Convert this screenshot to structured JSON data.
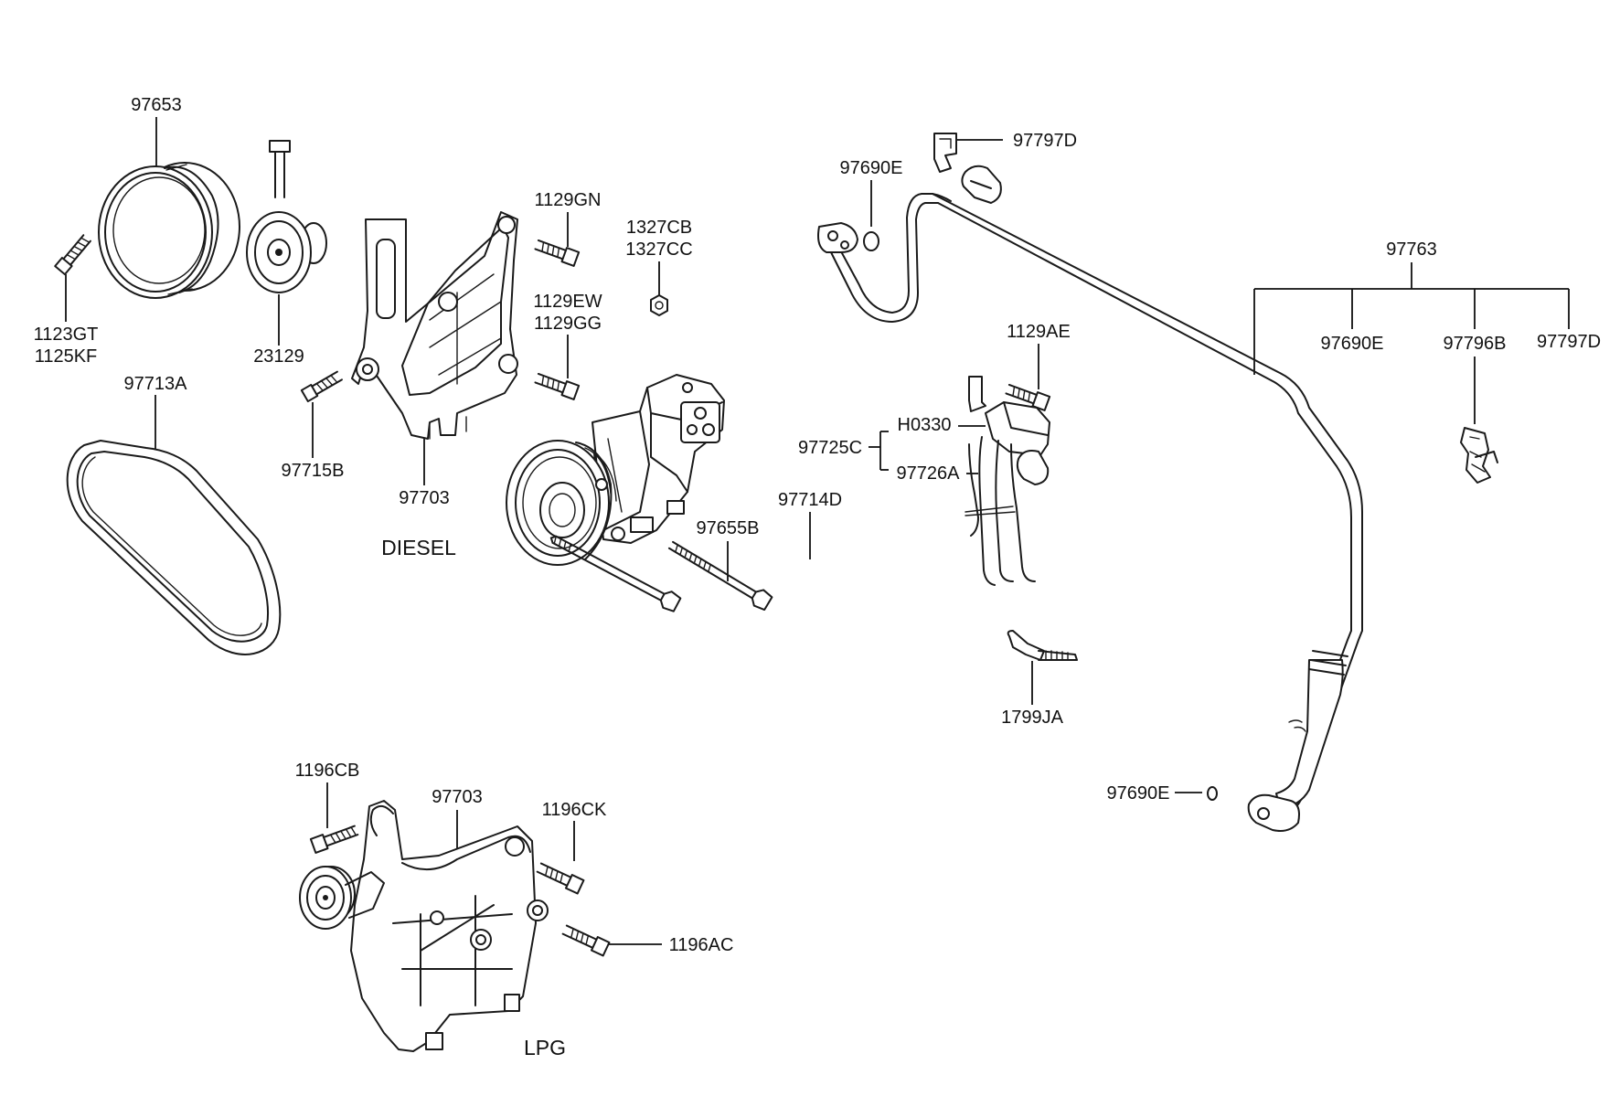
{
  "labels": {
    "p97653": "97653",
    "p1123GT": "1123GT",
    "p1125KF": "1125KF",
    "p23129": "23129",
    "p97713A": "97713A",
    "p97715B": "97715B",
    "p97703_diesel": "97703",
    "diesel_caption": "DIESEL",
    "p1129GN": "1129GN",
    "p1327CB": "1327CB",
    "p1327CC": "1327CC",
    "p1129EW": "1129EW",
    "p1129GG": "1129GG",
    "p97655B": "97655B",
    "p97714D": "97714D",
    "p97690E_top": "97690E",
    "p97797D_top": "97797D",
    "p1129AE": "1129AE",
    "p97725C": "97725C",
    "pH0330": "H0330",
    "p97726A": "97726A",
    "p1799JA": "1799JA",
    "p97763": "97763",
    "p97690E_right": "97690E",
    "p97796B": "97796B",
    "p97797D_right": "97797D",
    "p97690E_bottom": "97690E",
    "p1196CB": "1196CB",
    "p97703_lpg": "97703",
    "p1196CK": "1196CK",
    "p1196AC": "1196AC",
    "lpg_caption": "LPG"
  },
  "icons": [
    "pulley",
    "bolt",
    "idler-pulley",
    "drive-belt",
    "bracket",
    "compressor",
    "nut",
    "long-bolt",
    "refrigerant-hose",
    "o-ring",
    "clamp",
    "cable-tie",
    "pressure-switch"
  ]
}
